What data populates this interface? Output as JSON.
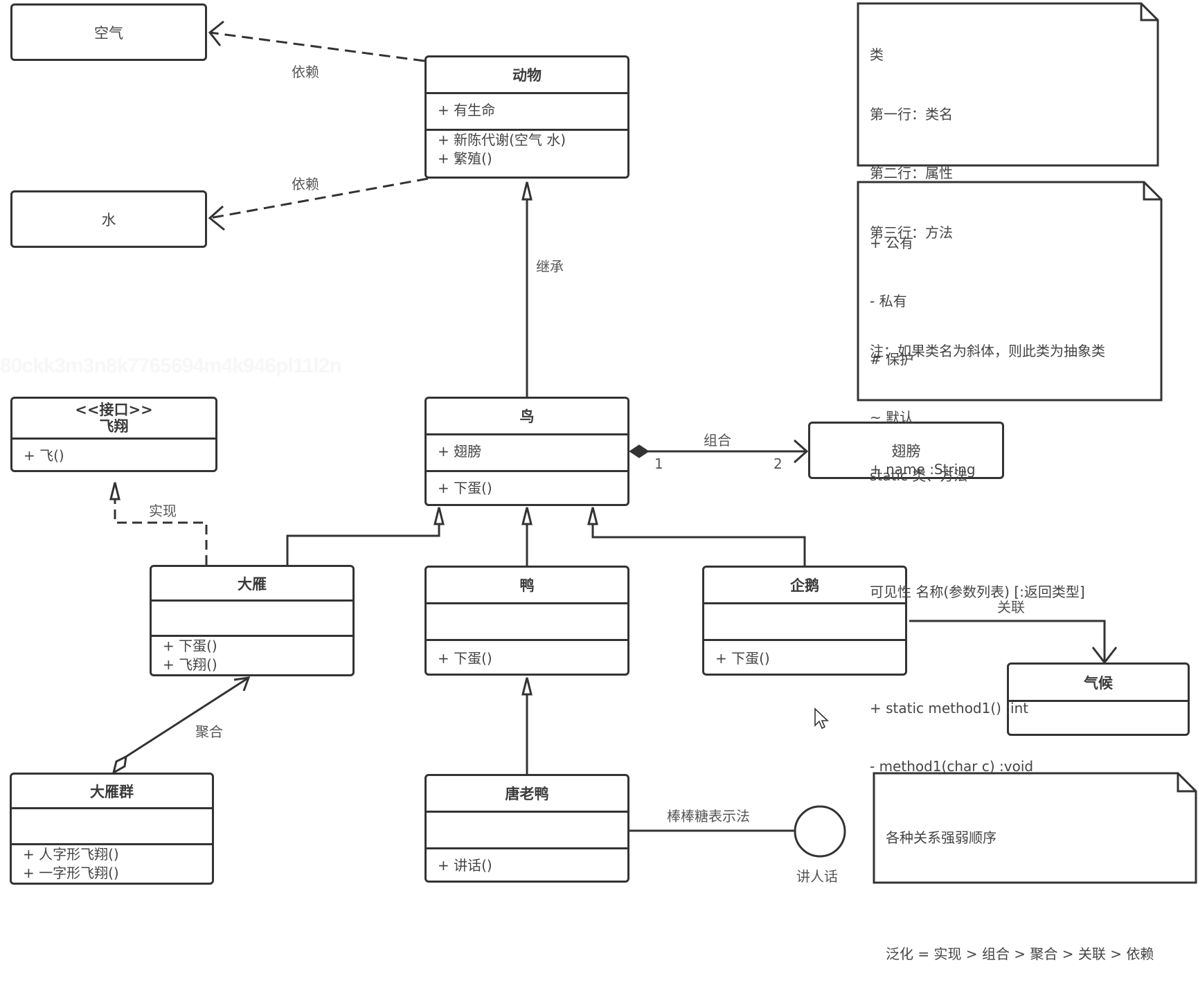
{
  "watermark": "80ckk3m3n8k7765694m4k946pl11l2n",
  "simple_classes": {
    "air": "空气",
    "water": "水",
    "wing": "翅膀"
  },
  "classes": {
    "animal": {
      "name": "动物",
      "attributes": [
        "+ 有生命"
      ],
      "methods": [
        "+ 新陈代谢(空气 水)",
        "+ 繁殖()"
      ]
    },
    "bird": {
      "name": "鸟",
      "attributes": [
        "+ 翅膀"
      ],
      "methods": [
        "+ 下蛋()"
      ]
    },
    "fly_interface": {
      "stereotype": "<<接口>>",
      "name": "飞翔",
      "methods": [
        "+ 飞()"
      ]
    },
    "goose": {
      "name": "大雁",
      "attributes": [],
      "methods": [
        "+ 下蛋()",
        "+ 飞翔()"
      ]
    },
    "duck": {
      "name": "鸭",
      "attributes": [],
      "methods": [
        "+ 下蛋()"
      ]
    },
    "penguin": {
      "name": "企鹅",
      "attributes": [],
      "methods": [
        "+ 下蛋()"
      ]
    },
    "climate": {
      "name": "气候",
      "attributes": []
    },
    "goose_flock": {
      "name": "大雁群",
      "attributes": [],
      "methods": [
        "+ 人字形飞翔()",
        "+ 一字形飞翔()"
      ]
    },
    "donald_duck": {
      "name": "唐老鸭",
      "attributes": [],
      "methods": [
        "+ 讲话()"
      ]
    }
  },
  "relations": {
    "dependency_air": "依赖",
    "dependency_water": "依赖",
    "inheritance": "继承",
    "composition": "组合",
    "composition_mult_source": "1",
    "composition_mult_target": "2",
    "realization": "实现",
    "aggregation": "聚合",
    "association": "关联",
    "lollipop": "棒棒糖表示法",
    "lollipop_interface": "讲人话"
  },
  "notes": {
    "class_note": [
      "类",
      "第一行：类名",
      "第二行：属性",
      "第三行：方法",
      "",
      "注：如果类名为斜体，则此类为抽象类",
      "",
      "+ name :String"
    ],
    "visibility_note": [
      "+ 公有",
      "- 私有",
      "# 保护",
      "~ 默认",
      "static 类、方法",
      "",
      "可见性 名称(参数列表) [:返回类型]",
      "",
      "+ static method1() :int",
      "- method1(char c) :void"
    ],
    "order_note": [
      "各种关系强弱顺序",
      "",
      "泛化 = 实现 > 组合 > 聚合 > 关联 > 依赖"
    ]
  },
  "colors": {
    "line": "#333333",
    "text": "#444444",
    "background": "#ffffff"
  }
}
